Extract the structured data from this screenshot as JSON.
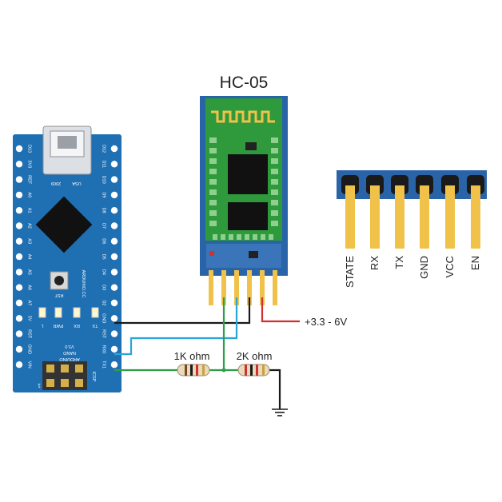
{
  "module": {
    "title": "HC-05",
    "pin_labels": [
      "STATE",
      "RX",
      "TX",
      "GND",
      "VCC",
      "EN"
    ]
  },
  "board": {
    "left_labels": [
      "D13",
      "3V3",
      "REF",
      "A0",
      "A1",
      "A2",
      "A3",
      "A4",
      "A5",
      "A6",
      "A7",
      "5V",
      "RST",
      "GND",
      "VIN"
    ],
    "right_labels": [
      "D12",
      "D11",
      "D10",
      "D9",
      "D8",
      "D7",
      "D6",
      "D5",
      "D4",
      "D3",
      "D2",
      "GND",
      "RST",
      "RX0",
      "TX1"
    ],
    "usb_text": "USA",
    "year_text": "2009",
    "brand_text": "ARDUINO.CC",
    "rst_text": "RST",
    "led_labels": [
      "L",
      "PWR",
      "RX",
      "TX"
    ],
    "name_lines": [
      "ARDUINO",
      "NANO",
      "V3.0"
    ],
    "icsp_text": "ICSP",
    "pin1_text": "1"
  },
  "wiring": {
    "supply_label": "+3.3 - 6V",
    "resistor_1": "1K ohm",
    "resistor_2": "2K ohm"
  },
  "colors": {
    "board_blue": "#1f6fb3",
    "module_green": "#2e9a3c",
    "header_blue": "#2a64a8",
    "pin_gold": "#f0c24a",
    "wire_red": "#d0312d",
    "wire_black": "#1a1a1a",
    "wire_cyan": "#2aa6d6",
    "wire_green": "#2f9e4b"
  }
}
